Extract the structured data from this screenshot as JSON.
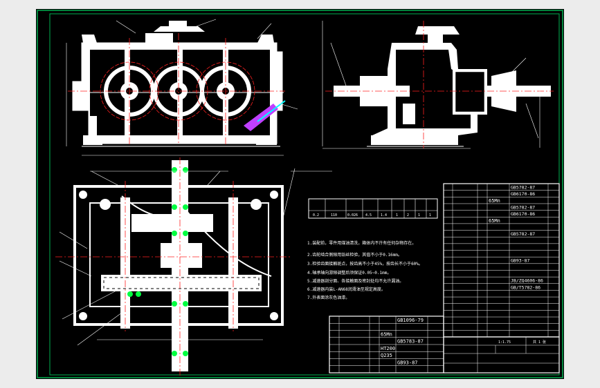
{
  "colors": {
    "page_bg": "#ececec",
    "canvas_bg": "#000000",
    "frame_green": "#00b050",
    "line_white": "#ffffff",
    "center_red": "#ff2020",
    "accent_cyan": "#00ffff",
    "accent_magenta": "#c040ff",
    "bearing_green": "#00ff40"
  },
  "params_table": {
    "row": [
      "0.2",
      "110",
      "0.026",
      "4.5",
      "1.4",
      "1",
      "2",
      "1",
      "1"
    ]
  },
  "notes": {
    "lines": [
      "1.装配前，零件用煤油清洗，箱体内不许有任何杂物存在。",
      "2.齿轮啮合侧隙用铅丝检验，其值不小于0.16mm。",
      "3.检验齿面接触斑点，按齿高不小于45%，按齿长不小于60%。",
      "4.轴承轴向游隙调整后须保证0.05~0.1mm。",
      "5.减速器剖分面、各接触面及密封处均不允许漏油。",
      "6.减速器内装L-AN68润滑油至规定高度。",
      "7.外表面涂灰色油漆。"
    ]
  },
  "bom_lower": {
    "rows": [
      {
        "no": "",
        "name": "",
        "qty": "",
        "material": "",
        "standard": "GB1096-79"
      },
      {
        "no": "",
        "name": "",
        "qty": "",
        "material": "",
        "standard": ""
      },
      {
        "no": "",
        "name": "",
        "qty": "",
        "material": "65Mn",
        "standard": ""
      },
      {
        "no": "",
        "name": "",
        "qty": "",
        "material": "",
        "standard": "GB5783-87"
      },
      {
        "no": "",
        "name": "",
        "qty": "",
        "material": "HT200",
        "standard": ""
      },
      {
        "no": "",
        "name": "",
        "qty": "",
        "material": "Q235",
        "standard": ""
      },
      {
        "no": "",
        "name": "",
        "qty": "",
        "material": "",
        "standard": "GB93-87"
      }
    ]
  },
  "bom_right": {
    "rows": [
      {
        "standard": "GB5782-87",
        "material": ""
      },
      {
        "standard": "GB6170-86",
        "material": ""
      },
      {
        "standard": "",
        "material": "65Mn"
      },
      {
        "standard": "GB5782-87",
        "material": ""
      },
      {
        "standard": "GB6170-86",
        "material": ""
      },
      {
        "standard": "",
        "material": "65Mn"
      },
      {
        "standard": "",
        "material": ""
      },
      {
        "standard": "GB5782-87",
        "material": ""
      },
      {
        "standard": "",
        "material": ""
      },
      {
        "standard": "",
        "material": ""
      },
      {
        "standard": "",
        "material": ""
      },
      {
        "standard": "GB93-87",
        "material": ""
      },
      {
        "standard": "",
        "material": ""
      },
      {
        "standard": "",
        "material": ""
      },
      {
        "standard": "JB/ZQ4606-86",
        "material": ""
      },
      {
        "standard": "GB/T5782-86",
        "material": ""
      },
      {
        "standard": "",
        "material": ""
      },
      {
        "standard": "",
        "material": ""
      },
      {
        "standard": "",
        "material": ""
      },
      {
        "standard": "",
        "material": ""
      },
      {
        "standard": "",
        "material": ""
      },
      {
        "standard": "",
        "material": ""
      },
      {
        "standard": "",
        "material": ""
      }
    ]
  },
  "title_block": {
    "scale": "1:1.75",
    "sheet": "共 1 张"
  },
  "views": {
    "front": "front-elevation",
    "side": "side-elevation",
    "plan": "top-section"
  }
}
